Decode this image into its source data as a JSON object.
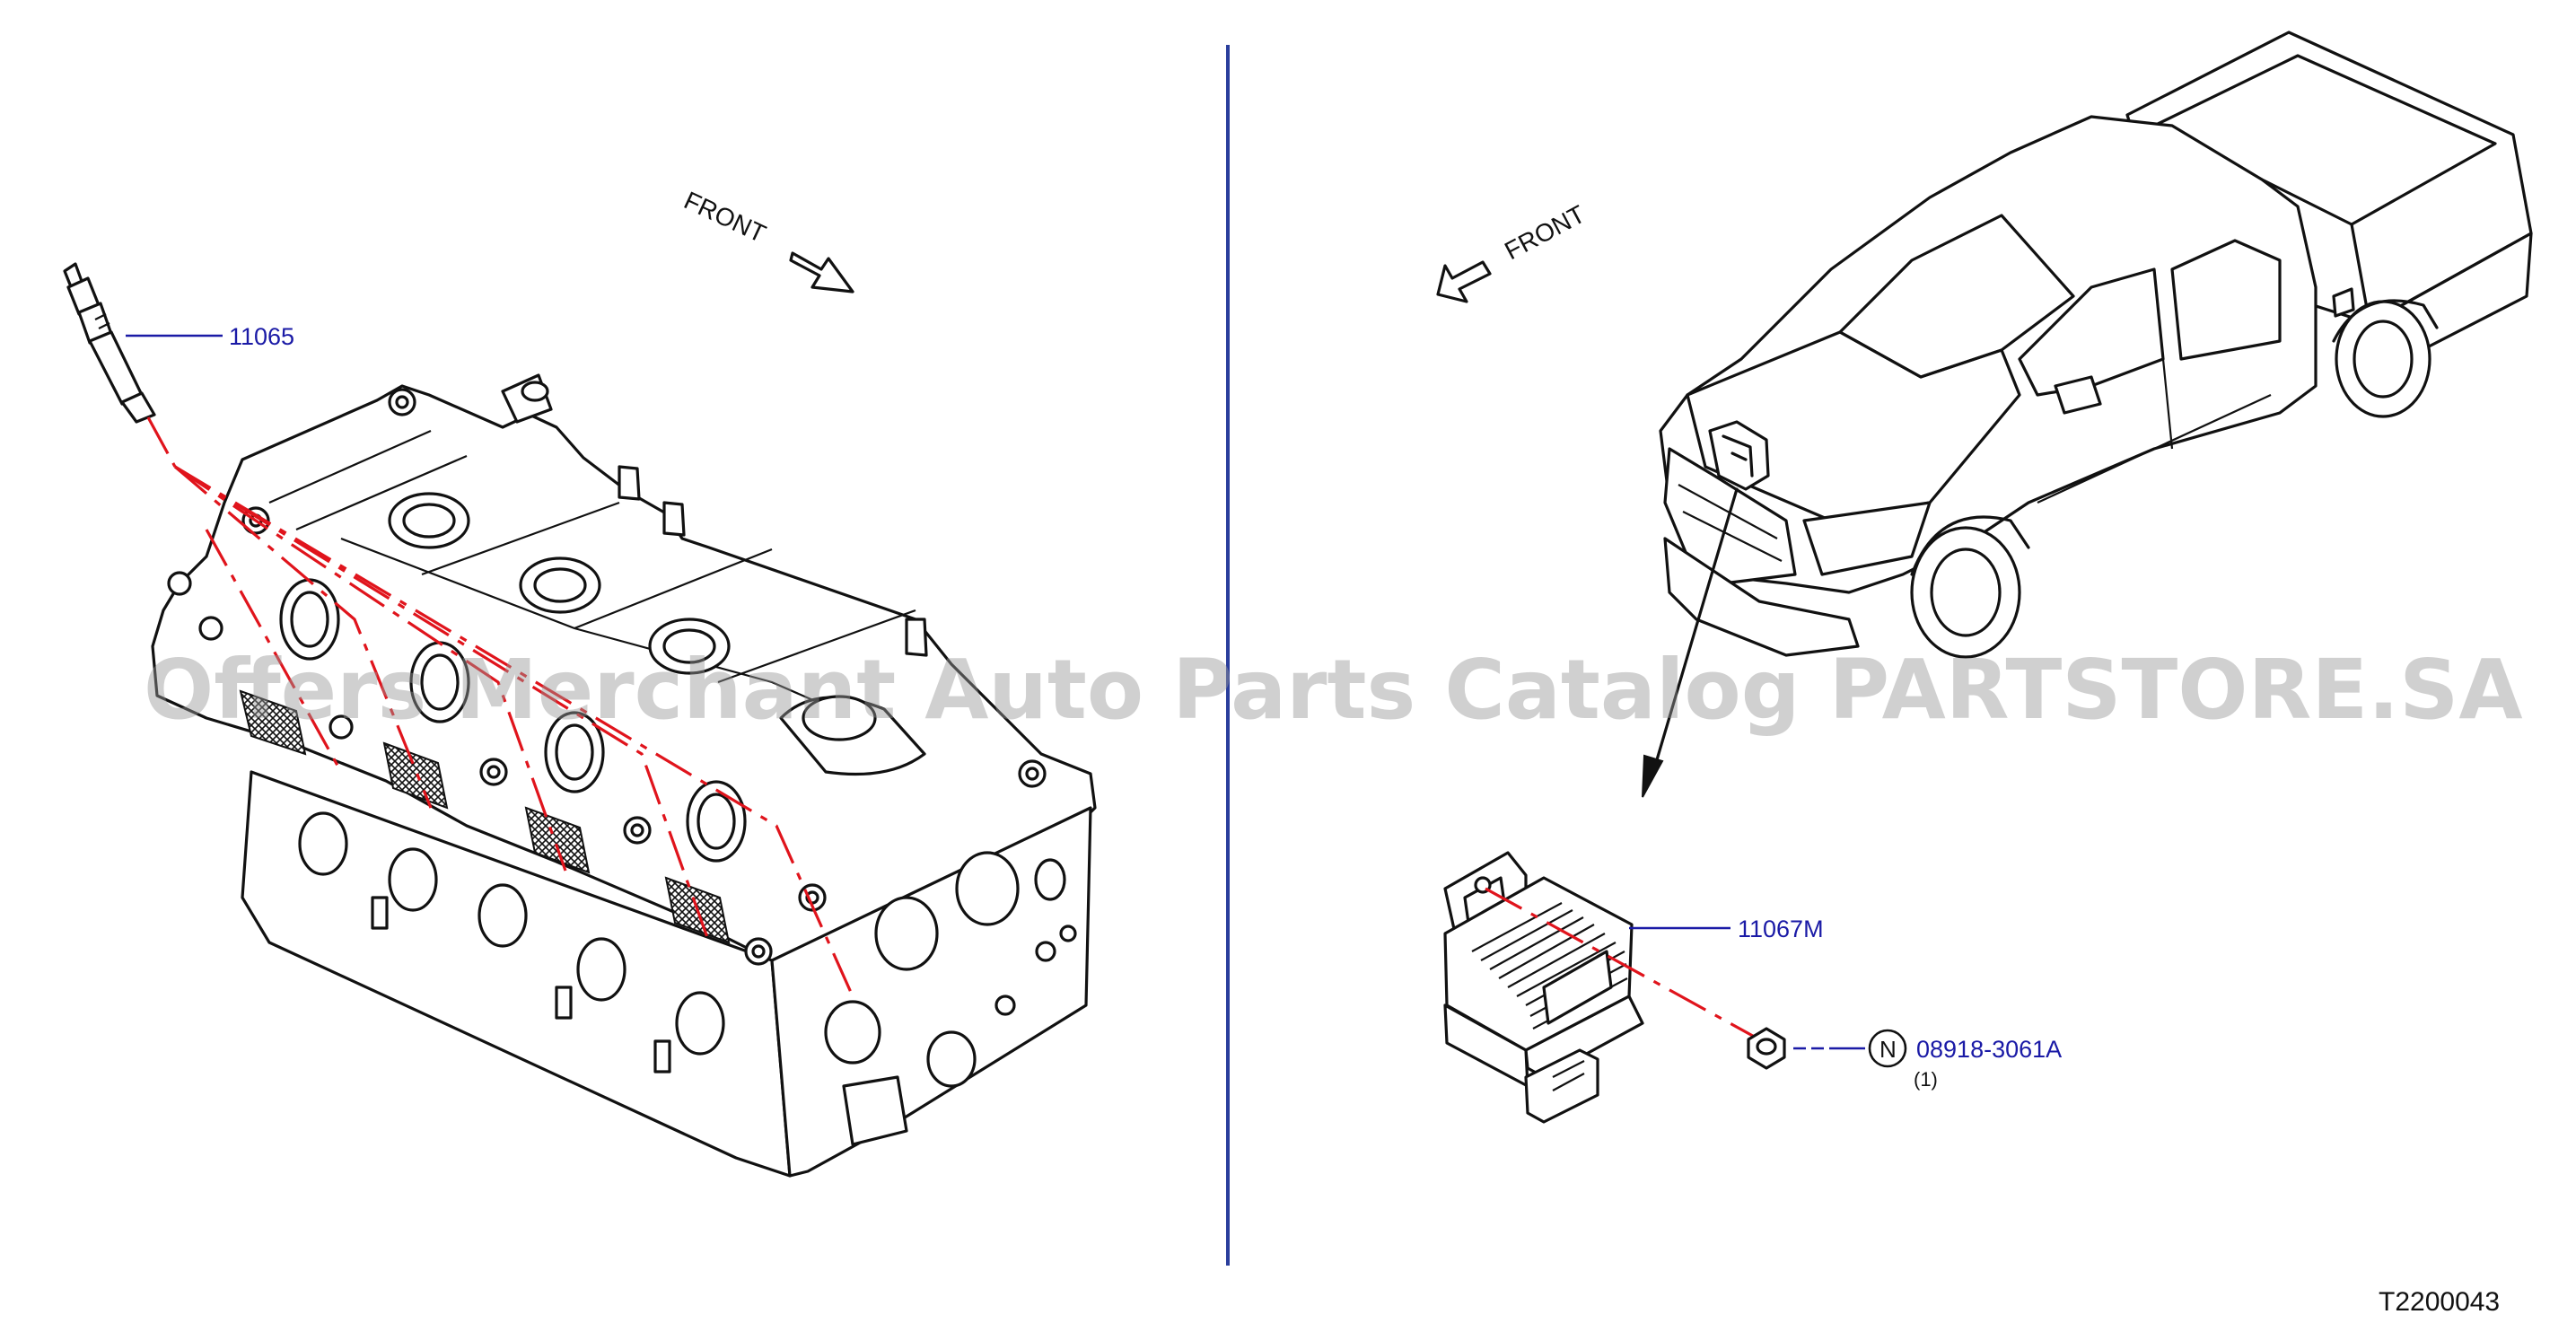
{
  "labels": {
    "front_left": "FRONT",
    "front_right": "FRONT",
    "part_glow_plug": "11065",
    "part_controller": "11067M",
    "nut_symbol": "N",
    "part_nut": "08918-3061A",
    "part_nut_qty": "(1)",
    "diagram_code": "T2200043"
  },
  "watermark": "Offers Merchant Auto Parts Catalog PARTSTORE.SA",
  "colors": {
    "line": "#111111",
    "part_number": "#1a1aa6",
    "centerline": "#e0141c",
    "divider": "#2a3e9c"
  }
}
